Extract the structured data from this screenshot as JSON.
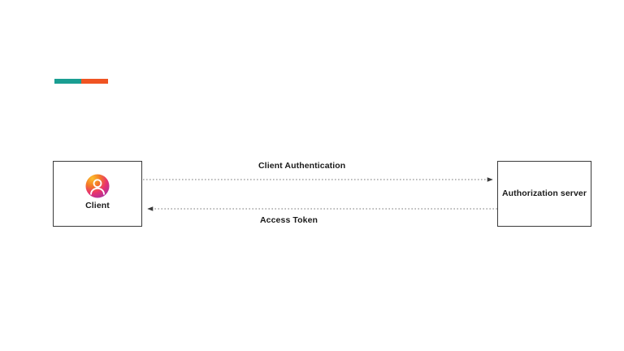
{
  "diagram": {
    "title_bar": {
      "name": "accent-divider",
      "segments": [
        {
          "name": "teal-segment",
          "color": "#1a9e92"
        },
        {
          "name": "orange-segment",
          "color": "#f05423"
        }
      ]
    },
    "nodes": [
      {
        "id": "client",
        "label": "Client",
        "icon": "user-avatar-icon",
        "icon_gradient_from": "#f9b233",
        "icon_gradient_mid": "#ec4e3a",
        "icon_gradient_to": "#c2268f"
      },
      {
        "id": "authorization-server",
        "label": "Authorization server",
        "icon": null
      }
    ],
    "edges": [
      {
        "id": "client-authentication",
        "label": "Client Authentication",
        "from": "client",
        "to": "authorization-server",
        "direction": "right",
        "style": "dotted",
        "color": "#7a7a7a"
      },
      {
        "id": "access-token",
        "label": "Access Token",
        "from": "authorization-server",
        "to": "client",
        "direction": "left",
        "style": "dotted",
        "color": "#7a7a7a"
      }
    ],
    "colors": {
      "background": "#ffffff",
      "node_border": "#3b3b3b",
      "text": "#1a1a1a",
      "connector": "#7a7a7a"
    }
  }
}
